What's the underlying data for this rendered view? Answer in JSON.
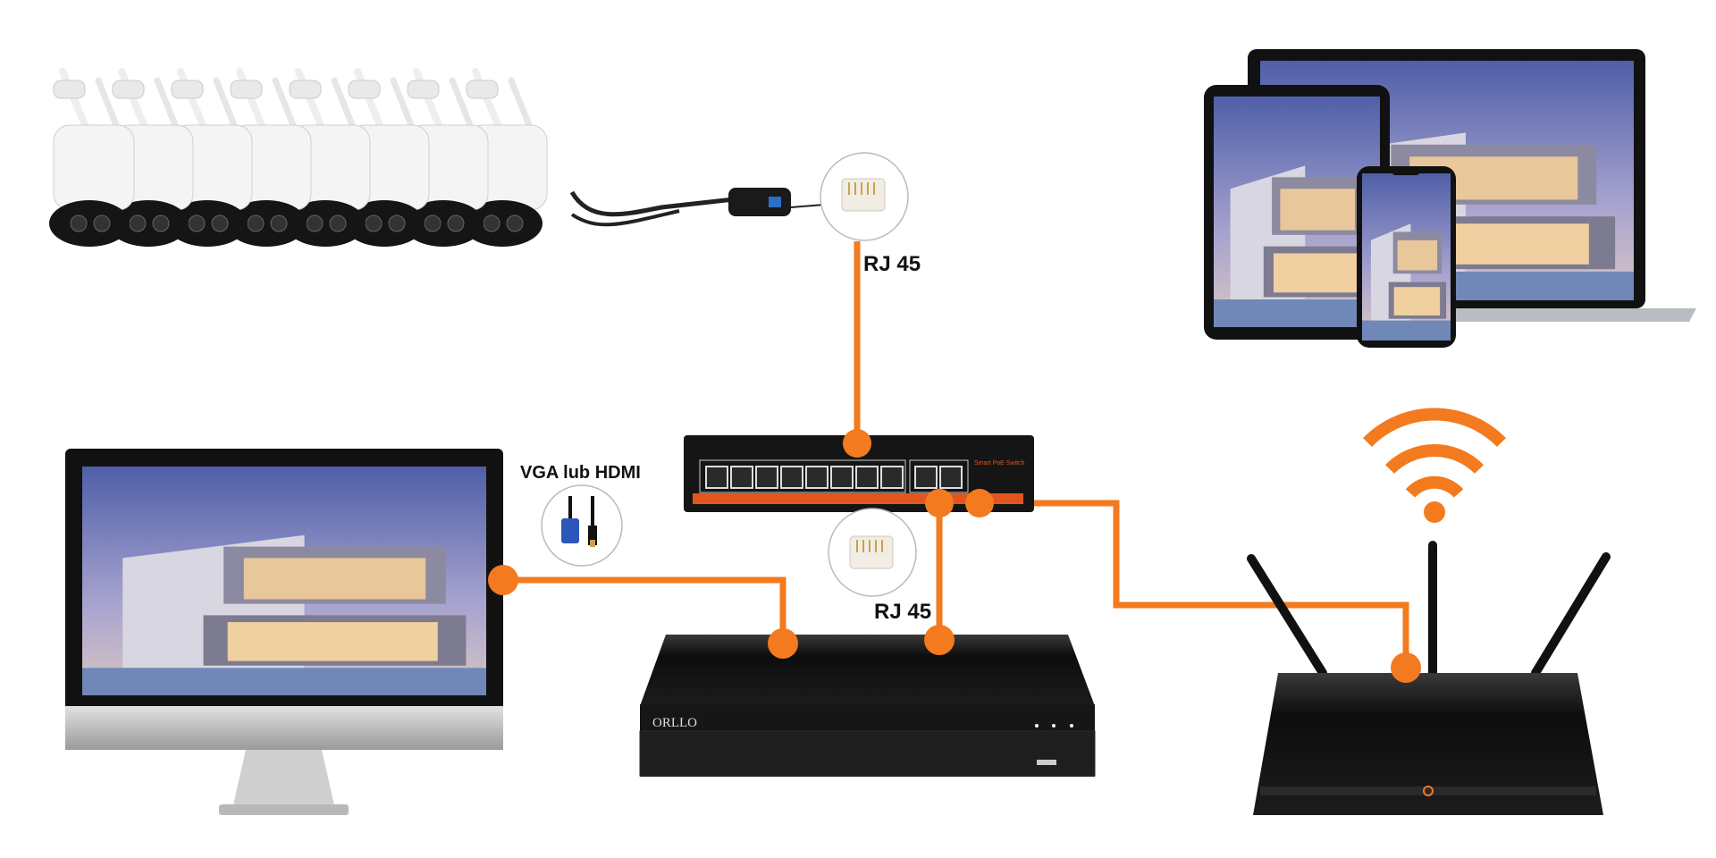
{
  "labels": {
    "rj45_top": "RJ 45",
    "rj45_bottom": "RJ 45",
    "video_cable": "VGA lub HDMI"
  },
  "devices": {
    "nvr_brand": "ORLLO",
    "switch_title": "Smart PoE Switch",
    "camera_count": 8
  },
  "colors": {
    "cable": "#f37a1f",
    "device_dark": "#141414",
    "switch_stripe": "#e2561e"
  }
}
